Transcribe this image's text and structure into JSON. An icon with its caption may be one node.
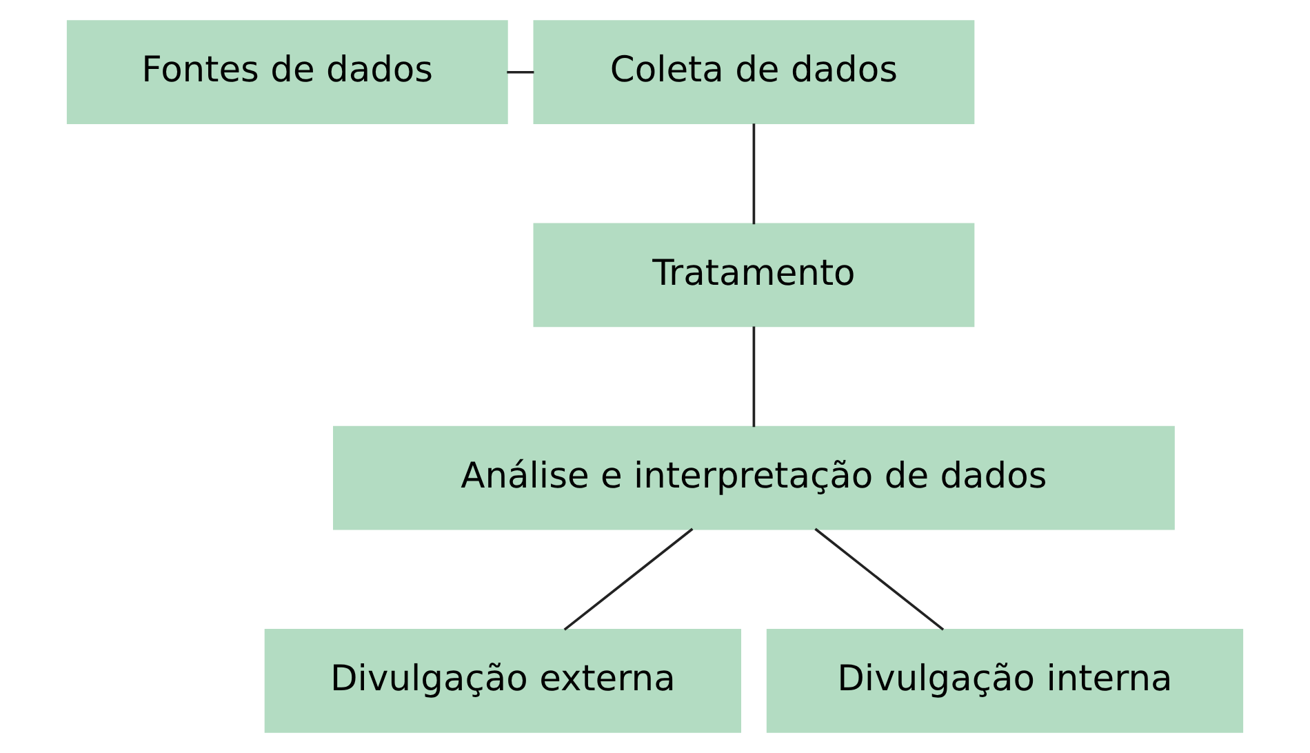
{
  "diagram": {
    "nodes": [
      {
        "text": [
          "Fontes de dados"
        ]
      },
      {
        "text": [
          "Coleta de dados"
        ]
      },
      {
        "text": [
          "Tratamento"
        ]
      },
      {
        "text": [
          "Análise e interpretação de dados"
        ]
      },
      {
        "text": [
          "Divulgação externa"
        ]
      },
      {
        "text": [
          "Divulgação interna"
        ]
      }
    ],
    "edges": [
      {
        "from": 0,
        "to": 1,
        "arrow": "none"
      },
      {
        "from": 1,
        "to": 2,
        "arrow": "none"
      },
      {
        "from": 2,
        "to": 3,
        "arrow": "none"
      },
      {
        "from": 3,
        "to": 4,
        "arrow": "none"
      },
      {
        "from": 3,
        "to": 5,
        "arrow": "none"
      }
    ]
  }
}
